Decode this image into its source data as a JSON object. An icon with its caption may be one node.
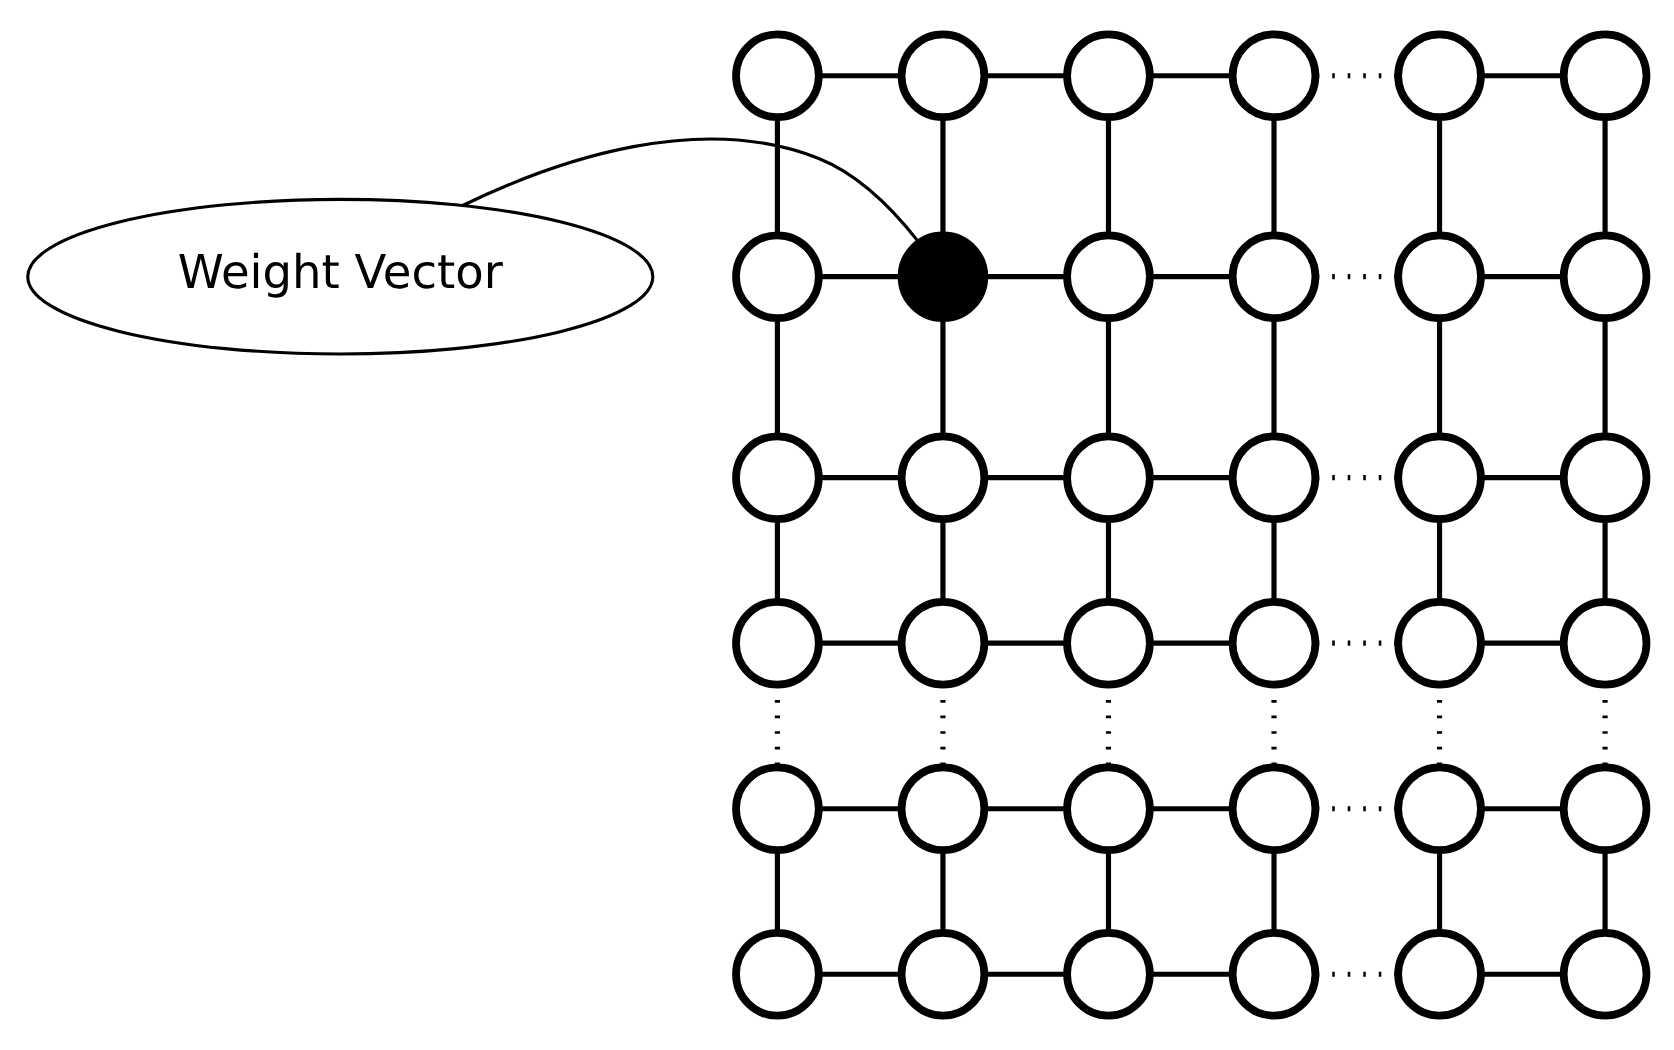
{
  "diagram": {
    "nodes": [
      {
        "text": [
          "Weight Vector"
        ]
      },
      {
        "text": [],
        "shape": "circle"
      },
      {
        "text": [],
        "shape": "circle"
      },
      {
        "text": [],
        "shape": "circle"
      },
      {
        "text": [],
        "shape": "circle"
      },
      {
        "text": [],
        "shape": "circle"
      },
      {
        "text": [],
        "shape": "circle"
      },
      {
        "text": [],
        "shape": "circle"
      },
      {
        "text": [],
        "shape": "circle"
      },
      {
        "text": [],
        "shape": "circle"
      },
      {
        "text": [],
        "shape": "circle"
      },
      {
        "text": [],
        "shape": "circle"
      },
      {
        "text": [],
        "shape": "circle"
      },
      {
        "text": [],
        "shape": "circle"
      },
      {
        "text": [],
        "shape": "circle"
      },
      {
        "text": [],
        "shape": "circle"
      },
      {
        "text": [],
        "shape": "circle"
      },
      {
        "text": [],
        "shape": "circle"
      },
      {
        "text": [],
        "shape": "circle"
      },
      {
        "text": [],
        "shape": "circle"
      },
      {
        "text": [],
        "shape": "circle"
      },
      {
        "text": [],
        "shape": "circle"
      },
      {
        "text": [],
        "shape": "circle"
      },
      {
        "text": [],
        "shape": "circle"
      },
      {
        "text": [],
        "shape": "circle"
      },
      {
        "text": [],
        "shape": "circle"
      },
      {
        "text": [],
        "shape": "circle"
      },
      {
        "text": [],
        "shape": "circle"
      },
      {
        "text": [],
        "shape": "circle"
      },
      {
        "text": [],
        "shape": "circle"
      },
      {
        "text": [],
        "shape": "circle"
      },
      {
        "text": [],
        "shape": "circle"
      },
      {
        "text": [],
        "shape": "circle"
      },
      {
        "text": [],
        "shape": "circle"
      },
      {
        "text": [],
        "shape": "circle"
      },
      {
        "text": [],
        "shape": "circle"
      },
      {
        "text": [],
        "shape": "circle"
      }
    ],
    "edges": [
      {
        "from": 0,
        "to": 8,
        "arrow": "none"
      },
      {
        "from": 1,
        "to": 2,
        "arrow": "none"
      },
      {
        "from": 2,
        "to": 3,
        "arrow": "none"
      },
      {
        "from": 3,
        "to": 4,
        "arrow": "none"
      },
      {
        "from": 4,
        "to": 5,
        "arrow": "none",
        "style": "dashed"
      },
      {
        "from": 5,
        "to": 6,
        "arrow": "none"
      },
      {
        "from": 7,
        "to": 8,
        "arrow": "none"
      },
      {
        "from": 8,
        "to": 9,
        "arrow": "none"
      },
      {
        "from": 9,
        "to": 10,
        "arrow": "none"
      },
      {
        "from": 10,
        "to": 11,
        "arrow": "none",
        "style": "dashed"
      },
      {
        "from": 11,
        "to": 12,
        "arrow": "none"
      },
      {
        "from": 13,
        "to": 14,
        "arrow": "none"
      },
      {
        "from": 14,
        "to": 15,
        "arrow": "none"
      },
      {
        "from": 15,
        "to": 16,
        "arrow": "none"
      },
      {
        "from": 16,
        "to": 17,
        "arrow": "none",
        "style": "dashed"
      },
      {
        "from": 17,
        "to": 18,
        "arrow": "none"
      },
      {
        "from": 19,
        "to": 20,
        "arrow": "none"
      },
      {
        "from": 20,
        "to": 21,
        "arrow": "none"
      },
      {
        "from": 21,
        "to": 22,
        "arrow": "none"
      },
      {
        "from": 22,
        "to": 23,
        "arrow": "none",
        "style": "dashed"
      },
      {
        "from": 23,
        "to": 24,
        "arrow": "none"
      },
      {
        "from": 25,
        "to": 26,
        "arrow": "none"
      },
      {
        "from": 26,
        "to": 27,
        "arrow": "none"
      },
      {
        "from": 27,
        "to": 28,
        "arrow": "none"
      },
      {
        "from": 28,
        "to": 29,
        "arrow": "none",
        "style": "dashed"
      },
      {
        "from": 29,
        "to": 30,
        "arrow": "none"
      },
      {
        "from": 31,
        "to": 32,
        "arrow": "none"
      },
      {
        "from": 32,
        "to": 33,
        "arrow": "none"
      },
      {
        "from": 33,
        "to": 34,
        "arrow": "none"
      },
      {
        "from": 34,
        "to": 35,
        "arrow": "none",
        "style": "dashed"
      },
      {
        "from": 35,
        "to": 36,
        "arrow": "none"
      },
      {
        "from": 1,
        "to": 7,
        "arrow": "none"
      },
      {
        "from": 7,
        "to": 13,
        "arrow": "none"
      },
      {
        "from": 13,
        "to": 19,
        "arrow": "none"
      },
      {
        "from": 19,
        "to": 25,
        "arrow": "none",
        "style": "dashed"
      },
      {
        "from": 25,
        "to": 31,
        "arrow": "none"
      },
      {
        "from": 2,
        "to": 8,
        "arrow": "none"
      },
      {
        "from": 8,
        "to": 14,
        "arrow": "none"
      },
      {
        "from": 14,
        "to": 20,
        "arrow": "none"
      },
      {
        "from": 20,
        "to": 26,
        "arrow": "none",
        "style": "dashed"
      },
      {
        "from": 26,
        "to": 32,
        "arrow": "none"
      },
      {
        "from": 3,
        "to": 9,
        "arrow": "none"
      },
      {
        "from": 9,
        "to": 15,
        "arrow": "none"
      },
      {
        "from": 15,
        "to": 21,
        "arrow": "none"
      },
      {
        "from": 21,
        "to": 27,
        "arrow": "none",
        "style": "dashed"
      },
      {
        "from": 27,
        "to": 33,
        "arrow": "none"
      },
      {
        "from": 4,
        "to": 10,
        "arrow": "none"
      },
      {
        "from": 10,
        "to": 16,
        "arrow": "none"
      },
      {
        "from": 16,
        "to": 22,
        "arrow": "none"
      },
      {
        "from": 22,
        "to": 28,
        "arrow": "none",
        "style": "dashed"
      },
      {
        "from": 28,
        "to": 34,
        "arrow": "none"
      },
      {
        "from": 5,
        "to": 11,
        "arrow": "none"
      },
      {
        "from": 11,
        "to": 17,
        "arrow": "none"
      },
      {
        "from": 17,
        "to": 23,
        "arrow": "none"
      },
      {
        "from": 23,
        "to": 29,
        "arrow": "none",
        "style": "dashed"
      },
      {
        "from": 29,
        "to": 35,
        "arrow": "none"
      },
      {
        "from": 6,
        "to": 12,
        "arrow": "none"
      },
      {
        "from": 12,
        "to": 18,
        "arrow": "none"
      },
      {
        "from": 18,
        "to": 24,
        "arrow": "none"
      },
      {
        "from": 24,
        "to": 30,
        "arrow": "none",
        "style": "dashed"
      },
      {
        "from": 30,
        "to": 36,
        "arrow": "none"
      }
    ]
  }
}
